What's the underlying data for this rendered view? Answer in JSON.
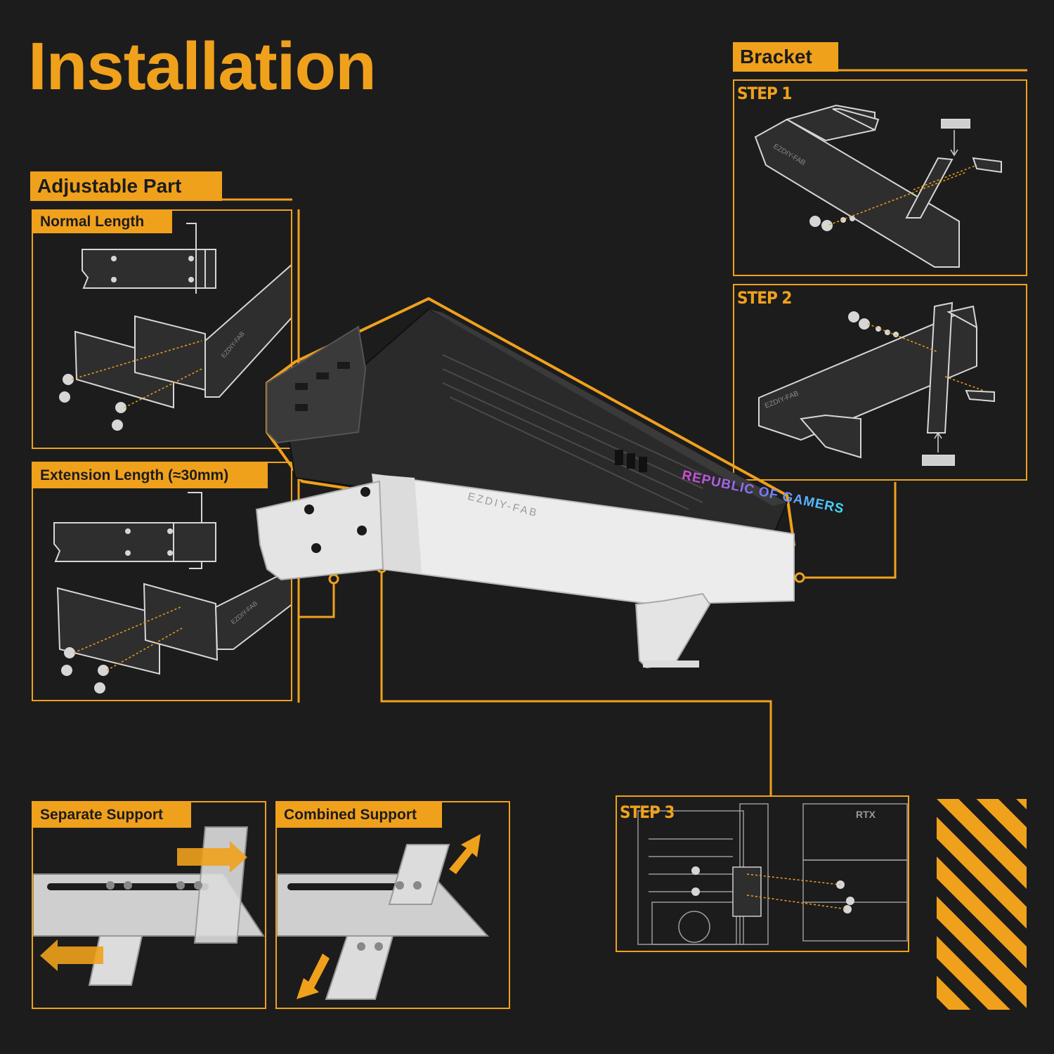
{
  "title": "Installation",
  "sections": {
    "bracket": {
      "label": "Bracket",
      "step1": "STEP 1",
      "step2": "STEP 2",
      "brand_engraving": "EZDIY-FAB"
    },
    "adjustable": {
      "label": "Adjustable Part",
      "normal": "Normal Length",
      "extension": "Extension Length (≈30mm)",
      "brand_engraving": "EZDIY-FAB"
    },
    "support": {
      "separate": "Separate Support",
      "combined": "Combined Support"
    },
    "step3": {
      "label": "STEP 3",
      "case_text": "RTX"
    }
  },
  "product": {
    "brand_engraving": "EZDIY-FAB",
    "gpu_logo_text": "REPUBLIC OF GAMERS"
  },
  "colors": {
    "background": "#1c1c1c",
    "accent": "#f0a11c",
    "line_art": "#d6d6d6",
    "bracket_white": "#ececec",
    "gpu_body": "#2a2a2a"
  }
}
